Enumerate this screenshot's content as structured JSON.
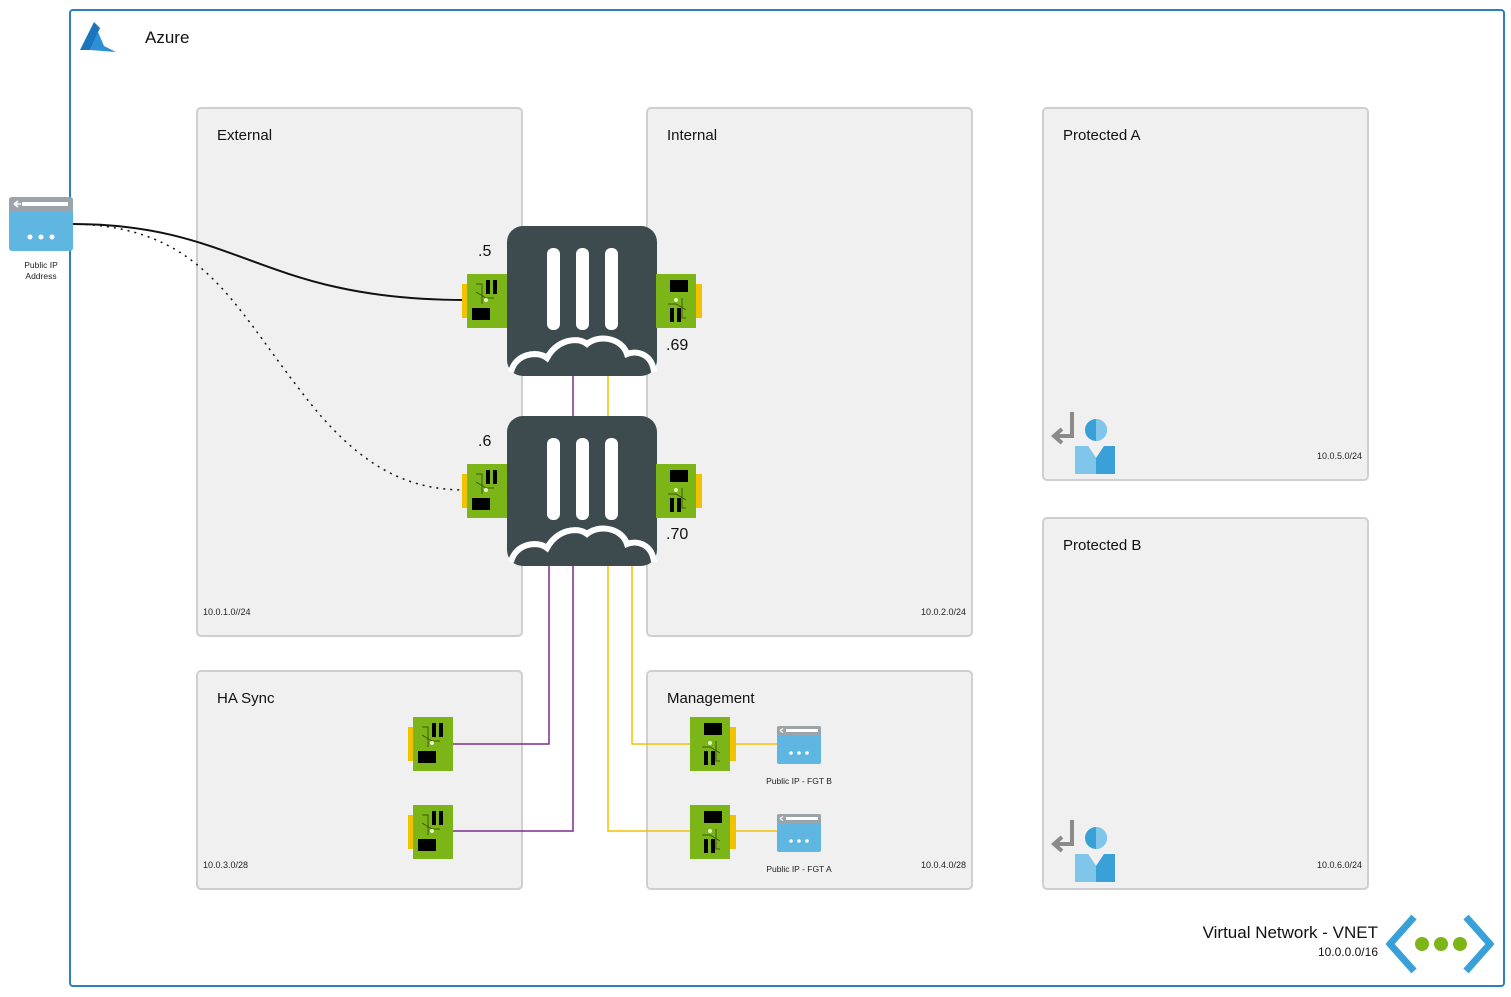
{
  "cloud": {
    "title": "Azure",
    "logo_icon": "azure-logo-icon",
    "accent": "#2d7fc1"
  },
  "subnets": {
    "external": {
      "label": "External",
      "cidr": "10.0.1.0//24"
    },
    "internal": {
      "label": "Internal",
      "cidr": "10.0.2.0/24"
    },
    "protected_a": {
      "label": "Protected A",
      "cidr": "10.0.5.0/24"
    },
    "protected_b": {
      "label": "Protected B",
      "cidr": "10.0.6.0/24"
    },
    "ha_sync": {
      "label": "HA Sync",
      "cidr": "10.0.3.0/28"
    },
    "management": {
      "label": "Management",
      "cidr": "10.0.4.0/28"
    }
  },
  "public_ip": {
    "label_line1": "Public IP",
    "label_line2": "Address"
  },
  "fortigate_a": {
    "ext_ip": ".5",
    "int_ip": ".69"
  },
  "fortigate_b": {
    "ext_ip": ".6",
    "int_ip": ".70"
  },
  "mgmt_public_ips": {
    "fgt_b": "Public IP - FGT B",
    "fgt_a": "Public IP - FGT A"
  },
  "vnet": {
    "title": "Virtual Network - VNET",
    "cidr": "10.0.0.0/16"
  },
  "colors": {
    "subnet_fill": "#f0f0f0",
    "subnet_border": "#cfcfcf",
    "fortigate": "#3d4b4e",
    "nic_green": "#7cb518",
    "nic_yellow": "#f2c200",
    "ha_line": "#7b2d8e",
    "mgmt_line": "#f2c200",
    "public_ip_blue": "#5fb6e0",
    "vnet_green": "#7cb518"
  }
}
